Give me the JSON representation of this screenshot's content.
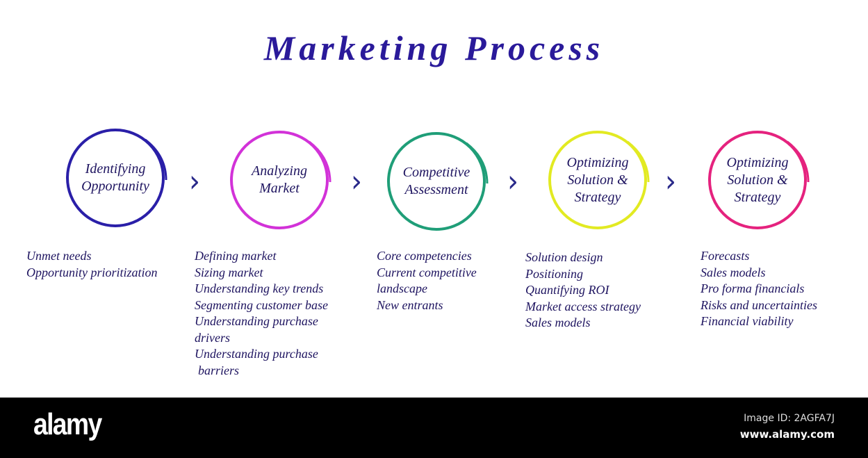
{
  "title": "Marketing Process",
  "steps": [
    {
      "label_lines": [
        "Identifying",
        "Opportunity"
      ],
      "color": "#2a1fa8",
      "items": [
        "Unmet needs",
        "Opportunity prioritization"
      ]
    },
    {
      "label_lines": [
        "Analyzing",
        "Market"
      ],
      "color": "#d232d8",
      "items": [
        "Defining market",
        "Sizing market",
        "Understanding key trends",
        "Segmenting customer base",
        "Understanding purchase",
        "drivers",
        "Understanding purchase",
        " barriers"
      ]
    },
    {
      "label_lines": [
        "Competitive",
        "Assessment"
      ],
      "color": "#1f9e78",
      "items": [
        "Core competencies",
        "Current competitive",
        "landscape",
        "New entrants"
      ]
    },
    {
      "label_lines": [
        "Optimizing",
        "Solution &",
        "Strategy"
      ],
      "color": "#e2ea22",
      "items": [
        "Solution design",
        "Positioning",
        "Quantifying ROI",
        "Market access strategy",
        "Sales models"
      ]
    },
    {
      "label_lines": [
        "Optimizing",
        "Solution &",
        "Strategy"
      ],
      "color": "#e5227e",
      "items": [
        "Forecasts",
        "Sales models",
        "Pro forma financials",
        "Risks and uncertainties",
        "Financial viability"
      ]
    }
  ],
  "arrow_glyph": "›",
  "footer": {
    "logo": "alamy",
    "image_id": "Image ID: 2AGFA7J",
    "website": "www.alamy.com"
  }
}
